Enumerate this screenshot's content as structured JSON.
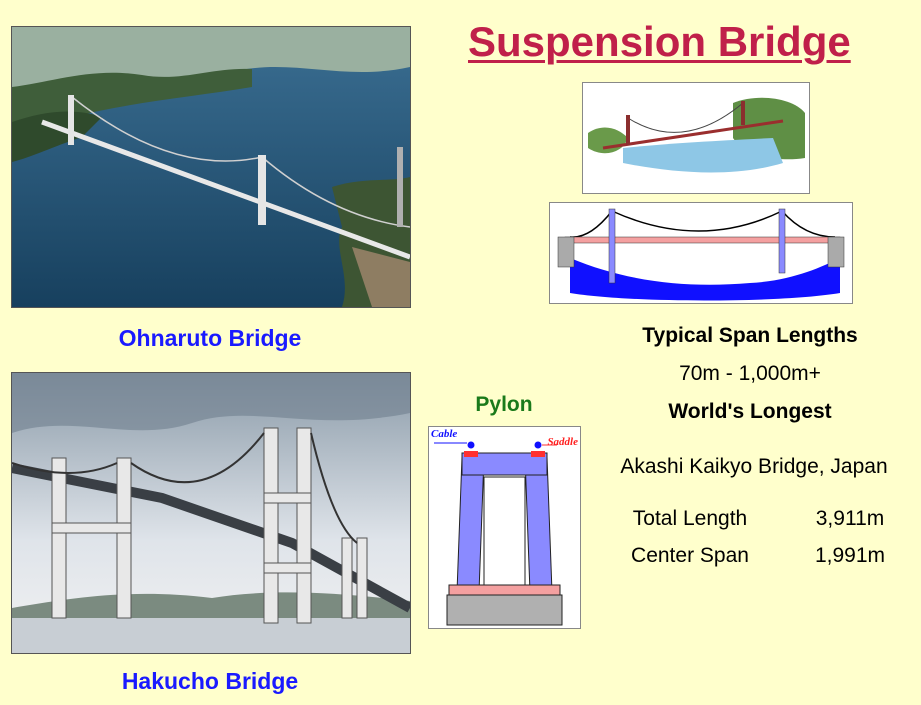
{
  "title": "Suspension Bridge",
  "photos": {
    "top_caption": "Ohnaruto Bridge",
    "bottom_caption": "Hakucho Bridge"
  },
  "pylon": {
    "heading": "Pylon",
    "cable_label": "Cable",
    "saddle_label": "Saddle"
  },
  "info": {
    "span_heading": "Typical Span Lengths",
    "span_range": "70m - 1,000m+",
    "longest_heading": "World's Longest",
    "longest_name": "Akashi Kaikyo Bridge, Japan",
    "rows": [
      {
        "label": "Total Length",
        "value": "3,911m"
      },
      {
        "label": "Center Span",
        "value": "1,991m"
      }
    ]
  },
  "colors": {
    "background": "#ffffcc",
    "title": "#c0204a",
    "caption": "#1a1aff",
    "pylon_heading": "#1a7a1a"
  }
}
